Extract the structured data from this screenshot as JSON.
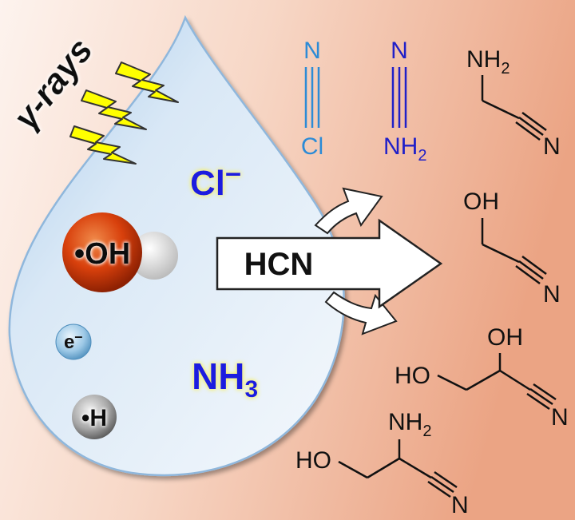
{
  "drop": {
    "radiation_label": "γ-rays",
    "ions": {
      "chloride_symbol": "Cl",
      "chloride_charge": "–",
      "ammonia_base": "NH",
      "ammonia_sub": "3"
    },
    "radicals": {
      "hydroxyl": "•OH",
      "electron": "e",
      "electron_charge": "–",
      "hydrogen": "•H"
    }
  },
  "center_arrow": {
    "label": "HCN"
  },
  "products": {
    "cyanogen_chloride": {
      "n": "N",
      "cl": "Cl"
    },
    "cyanamide": {
      "n": "N",
      "nh": "NH",
      "sub": "2"
    },
    "aminoacetonitrile": {
      "nh": "NH",
      "sub": "2",
      "n": "N"
    },
    "glycolonitrile": {
      "oh": "OH",
      "n": "N"
    },
    "glyceronitrile": {
      "oh_top": "OH",
      "ho": "HO",
      "n": "N"
    },
    "serinonitrile": {
      "nh": "NH",
      "sub": "2",
      "ho": "HO",
      "n": "N"
    }
  },
  "colors": {
    "background_left": "#fbece4",
    "background_right": "#eaa787",
    "drop_fill": "#e6f0f9",
    "drop_edge": "#8fb7dc",
    "ion_text": "#1a1adf",
    "bolt_fill": "#ffff00",
    "cyan_product": "#2c8bd6",
    "blue_product": "#2020c8",
    "hydroxyl_ball": "#d9400f"
  }
}
